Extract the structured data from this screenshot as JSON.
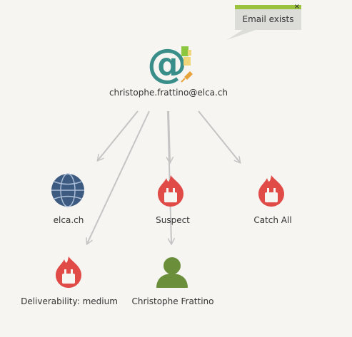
{
  "tooltip": {
    "text": "Email exists",
    "close": "×"
  },
  "nodes": {
    "email": "christophe.frattino@elca.ch",
    "domain": "elca.ch",
    "suspect": "Suspect",
    "catch_all": "Catch All",
    "deliverability": "Deliverability: medium",
    "person": "Christophe Frattino"
  },
  "colors": {
    "at_sign": "#3a8e8a",
    "globe": "#3d5a80",
    "flame": "#e04b48",
    "person": "#6b8e3a",
    "edge": "#c4c4c4",
    "tooltip_bar": "#9ac23c"
  }
}
